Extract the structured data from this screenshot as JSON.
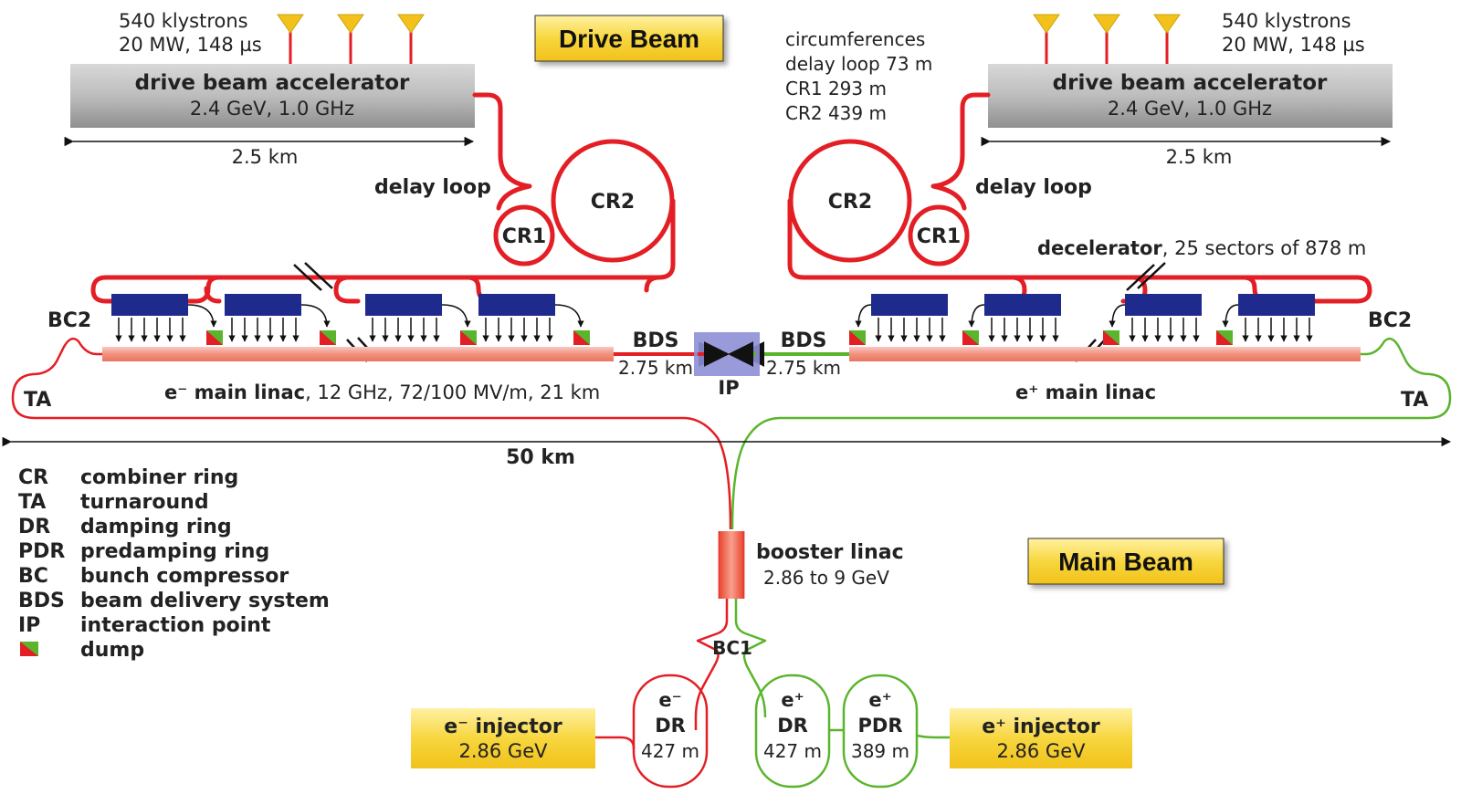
{
  "titles": {
    "drive_beam": "Drive Beam",
    "main_beam": "Main Beam"
  },
  "klystrons": {
    "count": "540 klystrons",
    "spec": "20 MW, 148 µs"
  },
  "drive_accelerator": {
    "name": "drive beam accelerator",
    "spec": "2.4 GeV, 1.0 GHz",
    "length": "2.5 km"
  },
  "delay_loop": "delay loop",
  "circumferences": [
    "circumferences",
    "delay loop 73 m",
    "CR1 293 m",
    "CR2 439 m"
  ],
  "rings": {
    "cr1": "CR1",
    "cr2": "CR2"
  },
  "decelerator": {
    "name": "decelerator",
    "detail": ", 25 sectors of 878 m"
  },
  "labels": {
    "bc2": "BC2",
    "ta": "TA",
    "bds": "BDS",
    "bds_length": "2.75 km",
    "ip": "IP",
    "bc1": "BC1"
  },
  "linacs": {
    "electron": {
      "name": "e⁻ main linac",
      "detail": ", 12 GHz, 72/100 MV/m, 21 km"
    },
    "positron": {
      "name": "e⁺ main linac"
    }
  },
  "total_length": "50 km",
  "booster": {
    "name": "booster linac",
    "spec": "2.86 to 9 GeV"
  },
  "damping": {
    "e_dr": [
      "e⁻",
      "DR",
      "427 m"
    ],
    "p_dr": [
      "e⁺",
      "DR",
      "427 m"
    ],
    "p_pdr": [
      "e⁺",
      "PDR",
      "389 m"
    ]
  },
  "injectors": {
    "electron": {
      "name": "e⁻ injector",
      "energy": "2.86 GeV"
    },
    "positron": {
      "name": "e⁺ injector",
      "energy": "2.86 GeV"
    }
  },
  "legend": [
    {
      "abbr": "CR",
      "desc": "combiner ring"
    },
    {
      "abbr": "TA",
      "desc": "turnaround"
    },
    {
      "abbr": "DR",
      "desc": "damping ring"
    },
    {
      "abbr": "PDR",
      "desc": "predamping ring"
    },
    {
      "abbr": "BC",
      "desc": "bunch compressor"
    },
    {
      "abbr": "BDS",
      "desc": "beam delivery system"
    },
    {
      "abbr": "IP",
      "desc": "interaction point"
    },
    {
      "abbr": "",
      "desc": "dump"
    }
  ],
  "colors": {
    "electron": "#e31e24",
    "positron": "#5ab52d",
    "decel_block": "#1e2a8c",
    "injector": "#f5d13a",
    "ip": "#8e8fd6"
  }
}
